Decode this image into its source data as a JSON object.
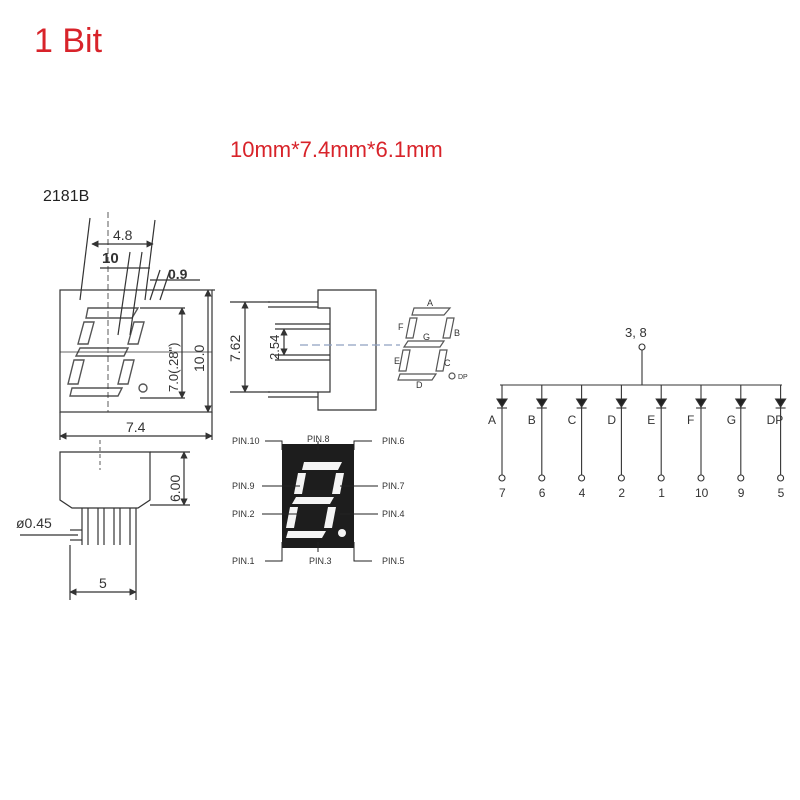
{
  "heading": "1 Bit",
  "dimensions_caption": "10mm*7.4mm*6.1mm",
  "model": "2181B",
  "front_view": {
    "top_width": "4.8",
    "segment_width": "10",
    "dp_size": "0.9",
    "digit_height": "7.0(.28\")",
    "body_height": "10.0",
    "body_width": "7.4"
  },
  "bottom_view": {
    "pin_diameter": "ø0.45",
    "pin_pitch_span": "5",
    "body_depth": "6.00"
  },
  "side_view": {
    "row_spacing": "7.62",
    "pin_spacing": "2.54"
  },
  "segment_key": {
    "labels": [
      "A",
      "B",
      "C",
      "D",
      "E",
      "F",
      "G",
      "DP"
    ]
  },
  "pinout": {
    "top": [
      "PIN.10",
      "PIN.8",
      "PIN.6"
    ],
    "left": [
      "PIN.9",
      "PIN.2"
    ],
    "right": [
      "PIN.7",
      "PIN.4"
    ],
    "bottom": [
      "PIN.1",
      "PIN.3",
      "PIN.5"
    ]
  },
  "circuit": {
    "common_label": "3, 8",
    "segments": [
      "A",
      "B",
      "C",
      "D",
      "E",
      "F",
      "G",
      "DP"
    ],
    "pins": [
      "7",
      "6",
      "4",
      "2",
      "1",
      "10",
      "9",
      "5"
    ]
  }
}
